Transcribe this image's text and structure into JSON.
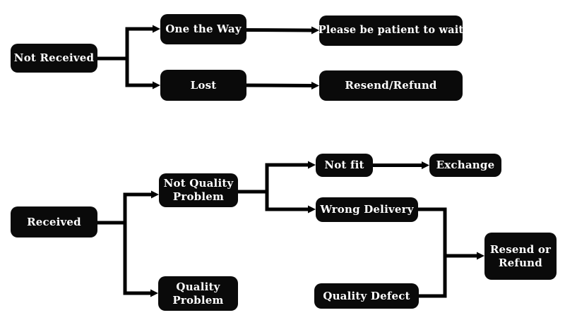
{
  "colors": {
    "node_background": "#0a0a0a",
    "node_text": "#ffffff",
    "connector": "#000000",
    "page_background": "#ffffff"
  },
  "flow_not_received": {
    "nodes": {
      "not_received": "Not Received",
      "one_the_way": "One the Way",
      "please_wait": "Please be patient to wait",
      "lost": "Lost",
      "resend_refund": "Resend/Refund"
    },
    "edges": [
      {
        "from": "Not Received",
        "to": "One the Way"
      },
      {
        "from": "Not Received",
        "to": "Lost"
      },
      {
        "from": "One the Way",
        "to": "Please be patient to wait"
      },
      {
        "from": "Lost",
        "to": "Resend/Refund"
      }
    ]
  },
  "flow_received": {
    "nodes": {
      "received": "Received",
      "not_quality_problem": "Not Quality Problem",
      "quality_problem": "Quality Problem",
      "not_fit": "Not fit",
      "exchange": "Exchange",
      "wrong_delivery": "Wrong Delivery",
      "quality_defect": "Quality Defect",
      "resend_or_refund": "Resend or Refund"
    },
    "edges": [
      {
        "from": "Received",
        "to": "Not Quality Problem"
      },
      {
        "from": "Received",
        "to": "Quality Problem"
      },
      {
        "from": "Not Quality Problem",
        "to": "Not fit"
      },
      {
        "from": "Not Quality Problem",
        "to": "Wrong Delivery"
      },
      {
        "from": "Not fit",
        "to": "Exchange"
      },
      {
        "from": "Wrong Delivery",
        "to": "Resend or Refund"
      },
      {
        "from": "Quality Problem",
        "to": "Quality Defect"
      },
      {
        "from": "Quality Defect",
        "to": "Resend or Refund"
      }
    ]
  }
}
